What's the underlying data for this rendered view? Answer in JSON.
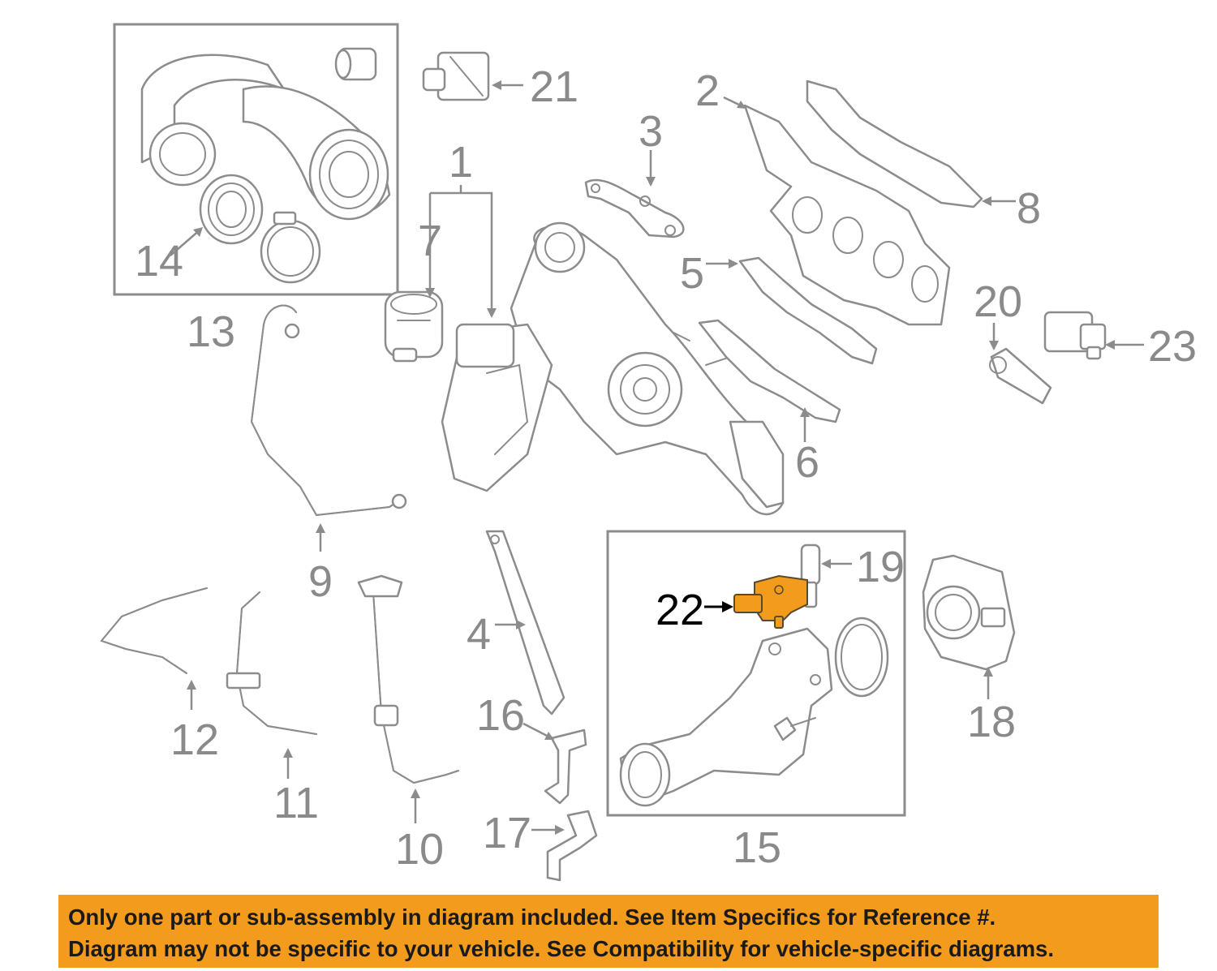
{
  "diagram": {
    "callouts": [
      {
        "id": "1",
        "text": "1"
      },
      {
        "id": "2",
        "text": "2"
      },
      {
        "id": "3",
        "text": "3"
      },
      {
        "id": "4",
        "text": "4"
      },
      {
        "id": "5",
        "text": "5"
      },
      {
        "id": "6",
        "text": "6"
      },
      {
        "id": "7",
        "text": "7"
      },
      {
        "id": "8",
        "text": "8"
      },
      {
        "id": "9",
        "text": "9"
      },
      {
        "id": "10",
        "text": "10"
      },
      {
        "id": "11",
        "text": "11"
      },
      {
        "id": "12",
        "text": "12"
      },
      {
        "id": "13",
        "text": "13"
      },
      {
        "id": "14",
        "text": "14"
      },
      {
        "id": "15",
        "text": "15"
      },
      {
        "id": "16",
        "text": "16"
      },
      {
        "id": "17",
        "text": "17"
      },
      {
        "id": "18",
        "text": "18"
      },
      {
        "id": "19",
        "text": "19"
      },
      {
        "id": "20",
        "text": "20"
      },
      {
        "id": "21",
        "text": "21"
      },
      {
        "id": "22",
        "text": "22"
      },
      {
        "id": "23",
        "text": "23"
      }
    ],
    "highlighted_part": "22",
    "colors": {
      "line_art": "#8c8c8c",
      "highlight_part": "#f29b1d",
      "highlight_label": "#000000",
      "banner_background": "#f29b1d"
    }
  },
  "banner": {
    "line1": "Only one part or sub-assembly in diagram included. See Item Specifics for Reference #.",
    "line2": "Diagram may not be specific to your vehicle. See Compatibility for vehicle-specific diagrams."
  }
}
